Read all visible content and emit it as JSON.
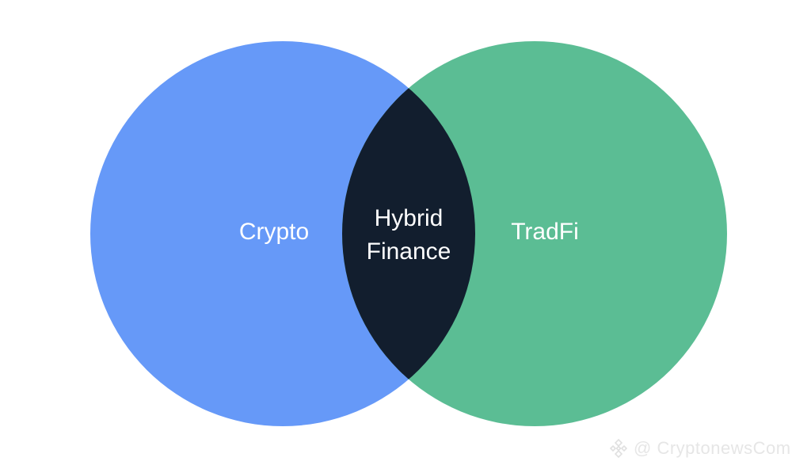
{
  "diagram": {
    "type": "venn",
    "sets": [
      {
        "label": "Crypto",
        "color": "#6699F8"
      },
      {
        "label": "TradFi",
        "color": "#5BBD94"
      }
    ],
    "intersection": {
      "line1": "Hybrid",
      "line2": "Finance",
      "color": "#121E2E"
    }
  },
  "watermark": {
    "icon": "binance-logo-icon",
    "text": "@ CryptonewsCom"
  }
}
